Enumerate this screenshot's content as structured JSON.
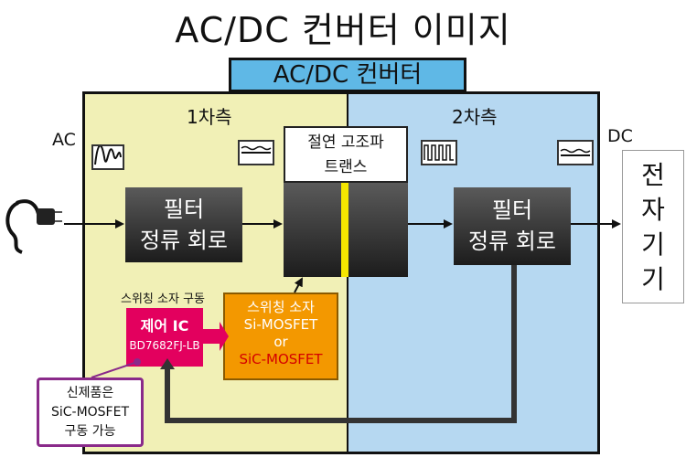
{
  "title": "AC/DC 컨버터 이미지",
  "converter_label": "AC/DC 컨버터",
  "primary_side": "1차측",
  "secondary_side": "2차측",
  "ac_label": "AC",
  "dc_label": "DC",
  "filter_block_left": {
    "line1": "필터",
    "line2": "정류 회로"
  },
  "filter_block_right": {
    "line1": "필터",
    "line2": "정류 회로"
  },
  "transformer": {
    "line1": "절연 고조파",
    "line2": "트랜스"
  },
  "device": {
    "c1": "전",
    "c2": "자",
    "c3": "기",
    "c4": "기"
  },
  "switch_drive_label": "스위칭 소자 구동",
  "control_ic": {
    "title": "제어 IC",
    "part": "BD7682FJ-LB"
  },
  "switch_element": {
    "line1": "스위칭 소자",
    "line2": "Si-MOSFET",
    "line3": "or",
    "line4": "SiC-MOSFET"
  },
  "new_product": {
    "line1": "신제품은",
    "line2": "SiC-MOSFET",
    "line3": "구동 가능"
  },
  "colors": {
    "primary_bg": "#f1f0b6",
    "secondary_bg": "#b6d8f1",
    "converter_label_bg": "#5fb8e6",
    "control_ic": "#e3005e",
    "switch_element": "#f39800",
    "new_product_border": "#8a2a8a",
    "isolation_barrier": "#f5e600"
  }
}
